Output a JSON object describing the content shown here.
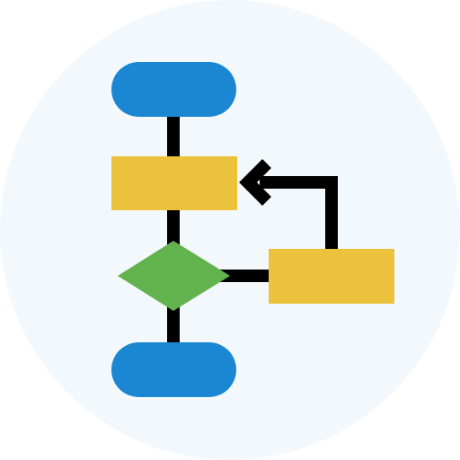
{
  "icon": "flowchart-icon",
  "colors": {
    "background_circle": "#F3F8FD",
    "terminator": "#1B87D3",
    "process": "#ECC23C",
    "decision": "#62B24E",
    "connector": "#000000"
  },
  "shapes": [
    {
      "kind": "terminator",
      "name": "start-terminator"
    },
    {
      "kind": "process",
      "name": "process-box-main"
    },
    {
      "kind": "decision",
      "name": "decision-diamond"
    },
    {
      "kind": "process",
      "name": "process-box-side"
    },
    {
      "kind": "terminator",
      "name": "end-terminator"
    }
  ]
}
